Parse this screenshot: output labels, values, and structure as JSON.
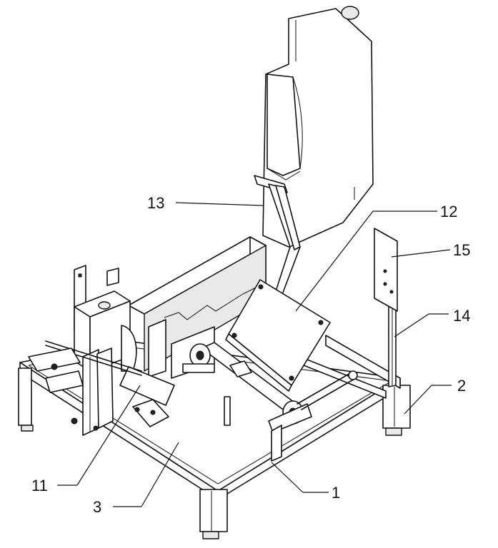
{
  "labels": {
    "l1": "1",
    "l2": "2",
    "l3": "3",
    "l11": "11",
    "l12": "12",
    "l13": "13",
    "l14": "14",
    "l15": "15"
  }
}
